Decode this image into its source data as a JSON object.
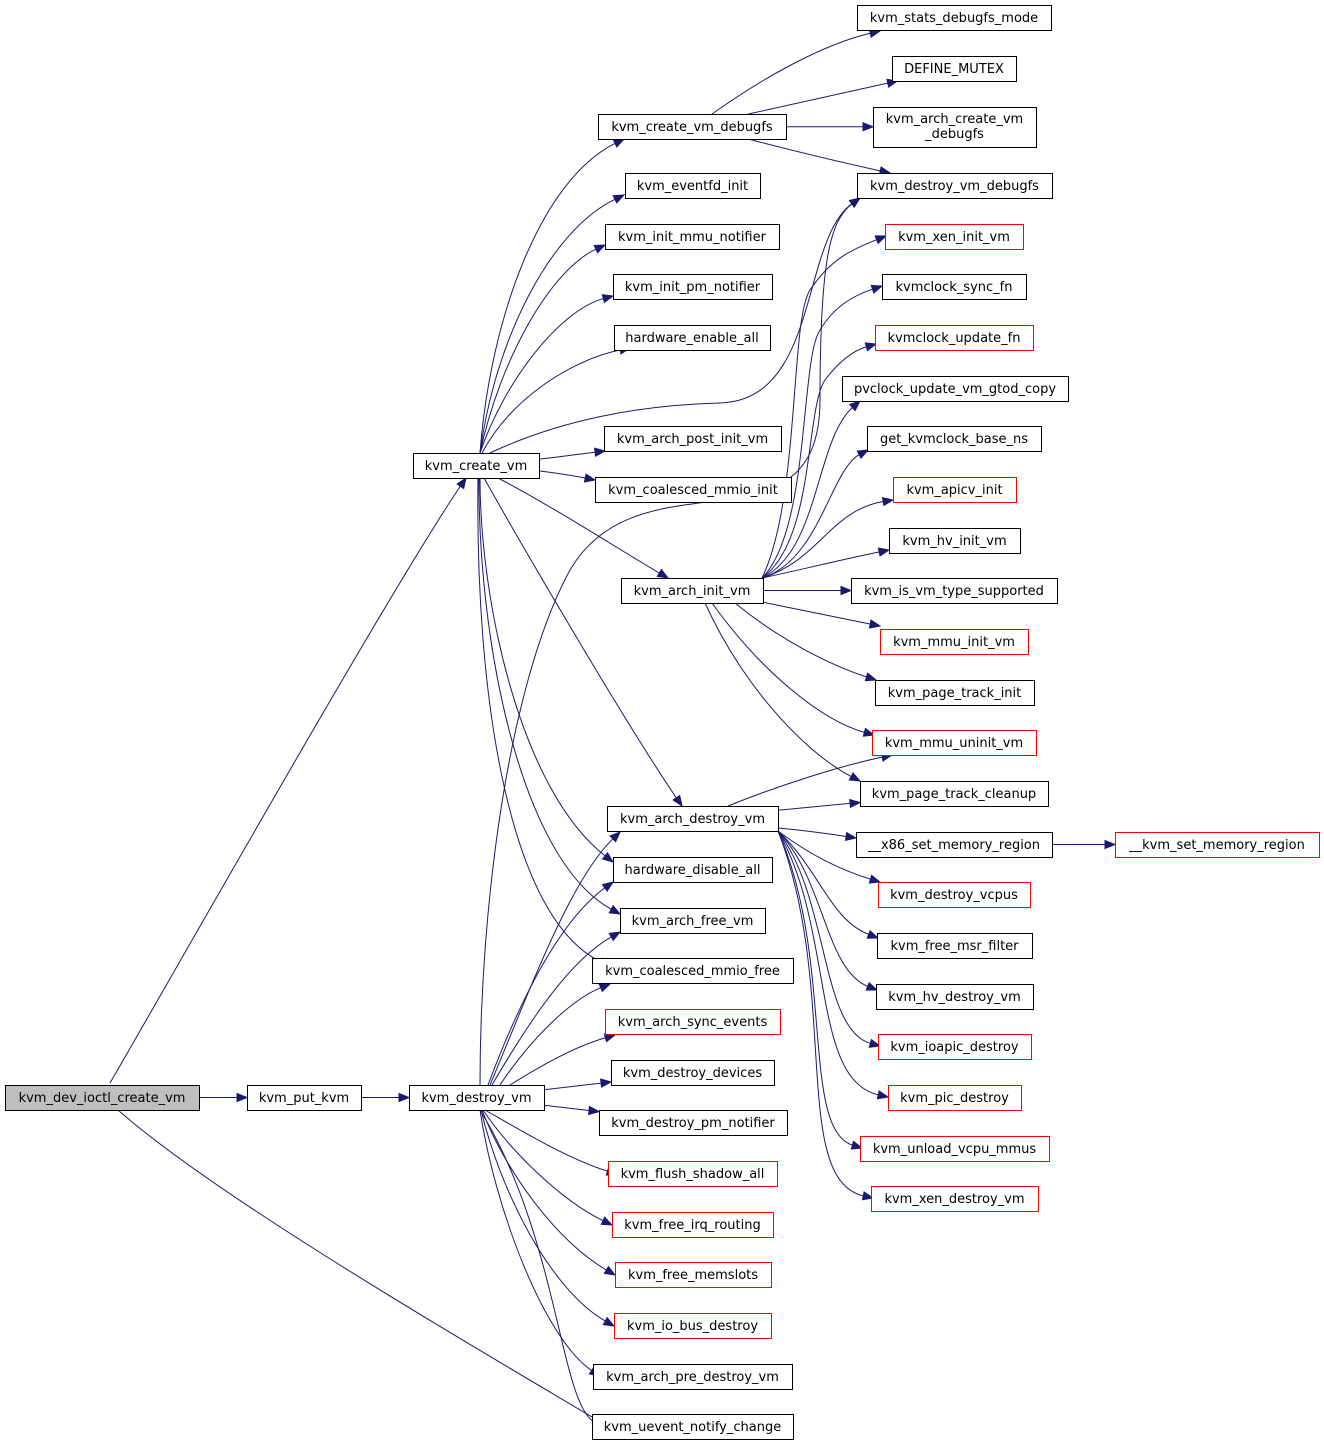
{
  "graph": {
    "root": "kvm_dev_ioctl_create_vm",
    "nodes": {
      "kvm_dev_ioctl_create_vm": {
        "label": [
          "kvm_dev_ioctl_create_vm"
        ],
        "color": "gray"
      },
      "kvm_create_vm": {
        "label": [
          "kvm_create_vm"
        ],
        "color": "black"
      },
      "kvm_put_kvm": {
        "label": [
          "kvm_put_kvm"
        ],
        "color": "black"
      },
      "kvm_destroy_vm": {
        "label": [
          "kvm_destroy_vm"
        ],
        "color": "black"
      },
      "kvm_create_vm_debugfs": {
        "label": [
          "kvm_create_vm_debugfs"
        ],
        "color": "black"
      },
      "kvm_eventfd_init": {
        "label": [
          "kvm_eventfd_init"
        ],
        "color": "black"
      },
      "kvm_init_mmu_notifier": {
        "label": [
          "kvm_init_mmu_notifier"
        ],
        "color": "black"
      },
      "kvm_init_pm_notifier": {
        "label": [
          "kvm_init_pm_notifier"
        ],
        "color": "black"
      },
      "hardware_enable_all": {
        "label": [
          "hardware_enable_all"
        ],
        "color": "black"
      },
      "kvm_arch_post_init_vm": {
        "label": [
          "kvm_arch_post_init_vm"
        ],
        "color": "black"
      },
      "kvm_coalesced_mmio_init": {
        "label": [
          "kvm_coalesced_mmio_init"
        ],
        "color": "black"
      },
      "kvm_arch_init_vm": {
        "label": [
          "kvm_arch_init_vm"
        ],
        "color": "black"
      },
      "kvm_arch_destroy_vm": {
        "label": [
          "kvm_arch_destroy_vm"
        ],
        "color": "black"
      },
      "hardware_disable_all": {
        "label": [
          "hardware_disable_all"
        ],
        "color": "black"
      },
      "kvm_arch_free_vm": {
        "label": [
          "kvm_arch_free_vm"
        ],
        "color": "black"
      },
      "kvm_coalesced_mmio_free": {
        "label": [
          "kvm_coalesced_mmio_free"
        ],
        "color": "black"
      },
      "kvm_arch_sync_events": {
        "label": [
          "kvm_arch_sync_events"
        ],
        "color": "red"
      },
      "kvm_destroy_devices": {
        "label": [
          "kvm_destroy_devices"
        ],
        "color": "black"
      },
      "kvm_destroy_pm_notifier": {
        "label": [
          "kvm_destroy_pm_notifier"
        ],
        "color": "black"
      },
      "kvm_flush_shadow_all": {
        "label": [
          "kvm_flush_shadow_all"
        ],
        "color": "red"
      },
      "kvm_free_irq_routing": {
        "label": [
          "kvm_free_irq_routing"
        ],
        "color": "red"
      },
      "kvm_free_memslots": {
        "label": [
          "kvm_free_memslots"
        ],
        "color": "red"
      },
      "kvm_io_bus_destroy": {
        "label": [
          "kvm_io_bus_destroy"
        ],
        "color": "red"
      },
      "kvm_arch_pre_destroy_vm": {
        "label": [
          "kvm_arch_pre_destroy_vm"
        ],
        "color": "black"
      },
      "kvm_uevent_notify_change": {
        "label": [
          "kvm_uevent_notify_change"
        ],
        "color": "black"
      },
      "kvm_stats_debugfs_mode": {
        "label": [
          "kvm_stats_debugfs_mode"
        ],
        "color": "black"
      },
      "DEFINE_MUTEX": {
        "label": [
          "DEFINE_MUTEX"
        ],
        "color": "black"
      },
      "kvm_arch_create_vm_debugfs": {
        "label": [
          "kvm_arch_create_vm",
          "_debugfs"
        ],
        "color": "black"
      },
      "kvm_destroy_vm_debugfs": {
        "label": [
          "kvm_destroy_vm_debugfs"
        ],
        "color": "black"
      },
      "kvm_xen_init_vm": {
        "label": [
          "kvm_xen_init_vm"
        ],
        "color": "red"
      },
      "kvmclock_sync_fn": {
        "label": [
          "kvmclock_sync_fn"
        ],
        "color": "black"
      },
      "kvmclock_update_fn": {
        "label": [
          "kvmclock_update_fn"
        ],
        "color": "red"
      },
      "pvclock_update_vm_gtod_copy": {
        "label": [
          "pvclock_update_vm_gtod_copy"
        ],
        "color": "black"
      },
      "get_kvmclock_base_ns": {
        "label": [
          "get_kvmclock_base_ns"
        ],
        "color": "black"
      },
      "kvm_apicv_init": {
        "label": [
          "kvm_apicv_init"
        ],
        "color": "red"
      },
      "kvm_hv_init_vm": {
        "label": [
          "kvm_hv_init_vm"
        ],
        "color": "black"
      },
      "kvm_is_vm_type_supported": {
        "label": [
          "kvm_is_vm_type_supported"
        ],
        "color": "black"
      },
      "kvm_mmu_init_vm": {
        "label": [
          "kvm_mmu_init_vm"
        ],
        "color": "red"
      },
      "kvm_page_track_init": {
        "label": [
          "kvm_page_track_init"
        ],
        "color": "black"
      },
      "kvm_mmu_uninit_vm": {
        "label": [
          "kvm_mmu_uninit_vm"
        ],
        "color": "red"
      },
      "kvm_page_track_cleanup": {
        "label": [
          "kvm_page_track_cleanup"
        ],
        "color": "black"
      },
      "__x86_set_memory_region": {
        "label": [
          "__x86_set_memory_region"
        ],
        "color": "black"
      },
      "__kvm_set_memory_region": {
        "label": [
          "__kvm_set_memory_region"
        ],
        "color": "red"
      },
      "kvm_destroy_vcpus": {
        "label": [
          "kvm_destroy_vcpus"
        ],
        "color": "red"
      },
      "kvm_free_msr_filter": {
        "label": [
          "kvm_free_msr_filter"
        ],
        "color": "black"
      },
      "kvm_hv_destroy_vm": {
        "label": [
          "kvm_hv_destroy_vm"
        ],
        "color": "black"
      },
      "kvm_ioapic_destroy": {
        "label": [
          "kvm_ioapic_destroy"
        ],
        "color": "red"
      },
      "kvm_pic_destroy": {
        "label": [
          "kvm_pic_destroy"
        ],
        "color": "red"
      },
      "kvm_unload_vcpu_mmus": {
        "label": [
          "kvm_unload_vcpu_mmus"
        ],
        "color": "red"
      },
      "kvm_xen_destroy_vm": {
        "label": [
          "kvm_xen_destroy_vm"
        ],
        "color": "red"
      }
    },
    "edges": [
      [
        "kvm_dev_ioctl_create_vm",
        "kvm_create_vm"
      ],
      [
        "kvm_dev_ioctl_create_vm",
        "kvm_put_kvm"
      ],
      [
        "kvm_dev_ioctl_create_vm",
        "kvm_uevent_notify_change"
      ],
      [
        "kvm_put_kvm",
        "kvm_destroy_vm"
      ],
      [
        "kvm_create_vm",
        "kvm_create_vm_debugfs"
      ],
      [
        "kvm_create_vm",
        "kvm_eventfd_init"
      ],
      [
        "kvm_create_vm",
        "kvm_init_mmu_notifier"
      ],
      [
        "kvm_create_vm",
        "kvm_init_pm_notifier"
      ],
      [
        "kvm_create_vm",
        "hardware_enable_all"
      ],
      [
        "kvm_create_vm",
        "kvm_destroy_vm_debugfs"
      ],
      [
        "kvm_create_vm",
        "kvm_arch_post_init_vm"
      ],
      [
        "kvm_create_vm",
        "kvm_coalesced_mmio_init"
      ],
      [
        "kvm_create_vm",
        "kvm_arch_init_vm"
      ],
      [
        "kvm_create_vm",
        "kvm_arch_destroy_vm"
      ],
      [
        "kvm_create_vm",
        "hardware_disable_all"
      ],
      [
        "kvm_create_vm",
        "kvm_arch_free_vm"
      ],
      [
        "kvm_create_vm",
        "kvm_coalesced_mmio_free"
      ],
      [
        "kvm_create_vm_debugfs",
        "kvm_stats_debugfs_mode"
      ],
      [
        "kvm_create_vm_debugfs",
        "DEFINE_MUTEX"
      ],
      [
        "kvm_create_vm_debugfs",
        "kvm_arch_create_vm_debugfs"
      ],
      [
        "kvm_create_vm_debugfs",
        "kvm_destroy_vm_debugfs"
      ],
      [
        "kvm_arch_init_vm",
        "kvm_xen_init_vm"
      ],
      [
        "kvm_arch_init_vm",
        "kvmclock_sync_fn"
      ],
      [
        "kvm_arch_init_vm",
        "kvmclock_update_fn"
      ],
      [
        "kvm_arch_init_vm",
        "pvclock_update_vm_gtod_copy"
      ],
      [
        "kvm_arch_init_vm",
        "get_kvmclock_base_ns"
      ],
      [
        "kvm_arch_init_vm",
        "kvm_apicv_init"
      ],
      [
        "kvm_arch_init_vm",
        "kvm_hv_init_vm"
      ],
      [
        "kvm_arch_init_vm",
        "kvm_is_vm_type_supported"
      ],
      [
        "kvm_arch_init_vm",
        "kvm_mmu_init_vm"
      ],
      [
        "kvm_arch_init_vm",
        "kvm_page_track_init"
      ],
      [
        "kvm_arch_init_vm",
        "kvm_mmu_uninit_vm"
      ],
      [
        "kvm_arch_init_vm",
        "kvm_page_track_cleanup"
      ],
      [
        "kvm_arch_destroy_vm",
        "kvm_mmu_uninit_vm"
      ],
      [
        "kvm_arch_destroy_vm",
        "kvm_page_track_cleanup"
      ],
      [
        "kvm_arch_destroy_vm",
        "__x86_set_memory_region"
      ],
      [
        "kvm_arch_destroy_vm",
        "kvm_destroy_vcpus"
      ],
      [
        "kvm_arch_destroy_vm",
        "kvm_free_msr_filter"
      ],
      [
        "kvm_arch_destroy_vm",
        "kvm_hv_destroy_vm"
      ],
      [
        "kvm_arch_destroy_vm",
        "kvm_ioapic_destroy"
      ],
      [
        "kvm_arch_destroy_vm",
        "kvm_pic_destroy"
      ],
      [
        "kvm_arch_destroy_vm",
        "kvm_unload_vcpu_mmus"
      ],
      [
        "kvm_arch_destroy_vm",
        "kvm_xen_destroy_vm"
      ],
      [
        "__x86_set_memory_region",
        "__kvm_set_memory_region"
      ],
      [
        "kvm_destroy_vm",
        "kvm_arch_destroy_vm"
      ],
      [
        "kvm_destroy_vm",
        "hardware_disable_all"
      ],
      [
        "kvm_destroy_vm",
        "kvm_arch_free_vm"
      ],
      [
        "kvm_destroy_vm",
        "kvm_coalesced_mmio_free"
      ],
      [
        "kvm_destroy_vm",
        "kvm_arch_sync_events"
      ],
      [
        "kvm_destroy_vm",
        "kvm_destroy_devices"
      ],
      [
        "kvm_destroy_vm",
        "kvm_destroy_pm_notifier"
      ],
      [
        "kvm_destroy_vm",
        "kvm_flush_shadow_all"
      ],
      [
        "kvm_destroy_vm",
        "kvm_free_irq_routing"
      ],
      [
        "kvm_destroy_vm",
        "kvm_free_memslots"
      ],
      [
        "kvm_destroy_vm",
        "kvm_io_bus_destroy"
      ],
      [
        "kvm_destroy_vm",
        "kvm_arch_pre_destroy_vm"
      ],
      [
        "kvm_destroy_vm",
        "kvm_uevent_notify_change"
      ],
      [
        "kvm_destroy_vm",
        "kvm_destroy_vm_debugfs"
      ]
    ]
  }
}
